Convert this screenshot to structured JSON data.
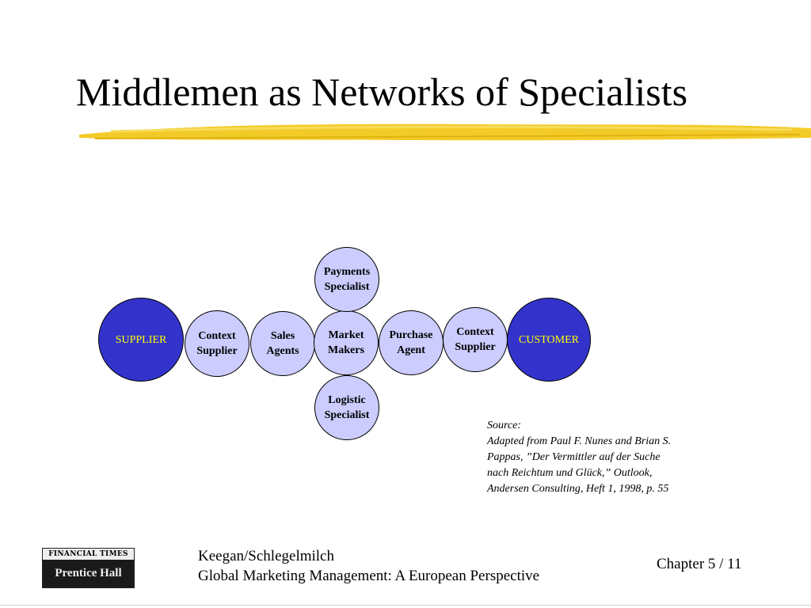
{
  "title": "Middlemen as Networks of Specialists",
  "colors": {
    "underline": "#f2c81e",
    "endpoint_fill": "#3333cc",
    "endpoint_text": "#ffff00",
    "specialist_fill": "#ccccff"
  },
  "diagram": {
    "supplier": "SUPPLIER",
    "customer": "CUSTOMER",
    "context_supplier_left": "Context\nSupplier",
    "sales_agents": "Sales\nAgents",
    "market_makers": "Market\nMakers",
    "purchase_agent": "Purchase\nAgent",
    "context_supplier_right": "Context\nSupplier",
    "payments_specialist": "Payments\nSpecialist",
    "logistic_specialist": "Logistic\nSpecialist"
  },
  "source": {
    "label": "Source:",
    "lines": [
      "Adapted from Paul F. Nunes and Brian S.",
      "Pappas, ”Der Vermittler auf der Suche",
      "nach Reichtum und Glück,” Outlook,",
      "Andersen Consulting, Heft 1, 1998, p. 55"
    ]
  },
  "footer": {
    "logo_top": "FINANCIAL TIMES",
    "logo_bottom": "Prentice Hall",
    "authors": "Keegan/Schlegelmilch",
    "book": "Global Marketing Management: A European Perspective",
    "chapter": "Chapter 5 / 11"
  }
}
